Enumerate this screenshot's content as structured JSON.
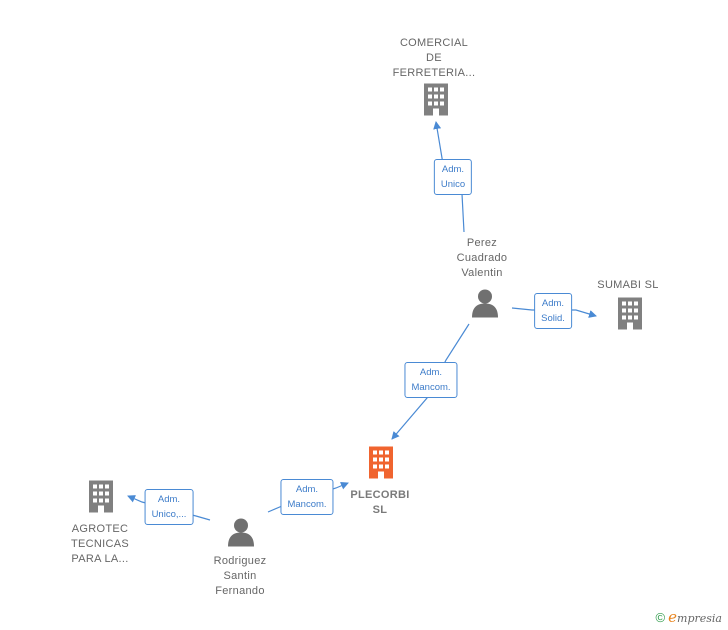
{
  "colors": {
    "edge": "#4a8ad4",
    "company_icon": "#808080",
    "focus_icon": "#f0642f",
    "person_icon": "#707070"
  },
  "nodes": [
    {
      "id": "comercial",
      "kind": "company",
      "label": "COMERCIAL\nDE\nFERRETERIA..."
    },
    {
      "id": "perez",
      "kind": "person",
      "label": "Perez\nCuadrado\nValentin"
    },
    {
      "id": "sumabi",
      "kind": "company",
      "label": "SUMABI  SL"
    },
    {
      "id": "plecorbi",
      "kind": "focus",
      "label": "PLECORBI\nSL"
    },
    {
      "id": "rodriguez",
      "kind": "person",
      "label": "Rodriguez\nSantin\nFernando"
    },
    {
      "id": "agrotec",
      "kind": "company",
      "label": "AGROTEC\nTECNICAS\nPARA LA..."
    }
  ],
  "edges": [
    {
      "id": "perez-comercial",
      "from": "perez",
      "to": "comercial",
      "label": "Adm.\nUnico"
    },
    {
      "id": "perez-sumabi",
      "from": "perez",
      "to": "sumabi",
      "label": "Adm.\nSolid."
    },
    {
      "id": "perez-plecorbi",
      "from": "perez",
      "to": "plecorbi",
      "label": "Adm.\nMancom."
    },
    {
      "id": "rodriguez-plecorbi",
      "from": "rodriguez",
      "to": "plecorbi",
      "label": "Adm.\nMancom."
    },
    {
      "id": "rodriguez-agrotec",
      "from": "rodriguez",
      "to": "agrotec",
      "label": "Adm.\nUnico,..."
    }
  ],
  "brand": {
    "copyright": "©",
    "e": "e",
    "rest": "mpresia"
  }
}
